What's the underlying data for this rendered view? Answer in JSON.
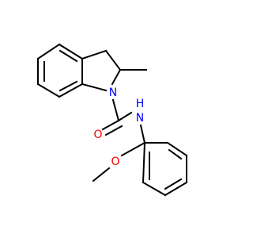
{
  "molecule": {
    "atoms": {
      "N1": {
        "text": "N",
        "color": "#0000ff"
      },
      "NH": {
        "text": "N",
        "color": "#0000ff"
      },
      "H": {
        "text": "H",
        "color": "#0000ff"
      },
      "O1": {
        "text": "O",
        "color": "#ff0000"
      },
      "O2": {
        "text": "O",
        "color": "#ff0000"
      }
    },
    "bond_color": "#000000"
  }
}
